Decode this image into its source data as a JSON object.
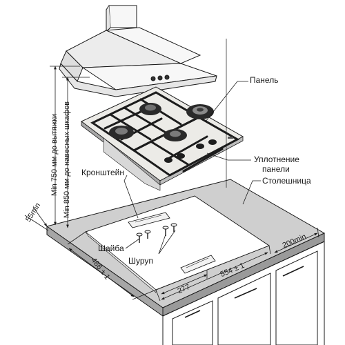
{
  "labels": {
    "panel": "Панель",
    "seal_line1": "Уплотнение",
    "seal_line2": "панели",
    "countertop": "Столешница",
    "bracket": "Кронштейн",
    "washer": "Шайба",
    "screw": "Шуруп"
  },
  "dimensions": {
    "hood_min": "Min 750 мм до вытяжки",
    "cabinet_min": "Min 850 мм до навесных шкафов",
    "edge_min": "55min",
    "depth": "486 ± 1",
    "width": "554 ± 1",
    "half_width": "277",
    "rear_min": "200min"
  },
  "colors": {
    "line": "#1a1a1a",
    "countertop_top": "#c8c8c8",
    "countertop_edge": "#9a9a9a",
    "hob_glass": "#eceae6",
    "grate": "#222222",
    "hood": "#f2f2f2"
  }
}
